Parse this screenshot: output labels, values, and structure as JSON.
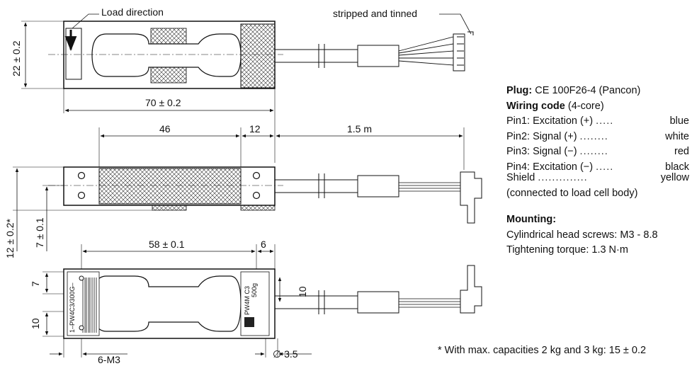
{
  "top_view": {
    "load_direction": "Load direction",
    "stripped_tinned": "stripped and tinned",
    "dim_height": "22 ± 0.2",
    "dim_length": "70 ± 0.2"
  },
  "side_view": {
    "dim_46": "46",
    "dim_12": "12",
    "dim_cable": "1.5 m",
    "dim_total_height": "12 ± 0.2*",
    "dim_7": "7 ± 0.1"
  },
  "bottom_view": {
    "dim_58": "58 ± 0.1",
    "dim_6": "6",
    "dim_7": "7",
    "dim_10_left": "10",
    "dim_10_right": "10",
    "dim_m3": "6-M3",
    "dim_dia": "∅ 3.5",
    "label_left": "1–PW4C3/300G–",
    "label_right": "PW4M C3",
    "label_right2": "500g"
  },
  "specs": {
    "plug_label": "Plug:",
    "plug_value": "CE 100F26-4 (Pancon)",
    "wiring_label": "Wiring code",
    "wiring_value": "(4-core)",
    "pins": [
      {
        "name": "Pin1: Excitation (+)",
        "dots": ".....",
        "color": "blue"
      },
      {
        "name": "Pin2: Signal (+)",
        "dots": "........",
        "color": "white"
      },
      {
        "name": "Pin3: Signal (−)",
        "dots": "........",
        "color": "red"
      },
      {
        "name": "Pin4: Excitation (−)",
        "dots": ".....",
        "color": "black"
      },
      {
        "name": "Shield",
        "dots": "..............",
        "color": "yellow"
      }
    ],
    "shield_note": "(connected to load cell body)",
    "mounting_label": "Mounting:",
    "mounting_line1": "Cylindrical head screws: M3 - 8.8",
    "mounting_line2": "Tightening torque: 1.3 N·m"
  },
  "footnote": "* With max. capacities 2 kg and 3 kg: 15 ± 0.2"
}
